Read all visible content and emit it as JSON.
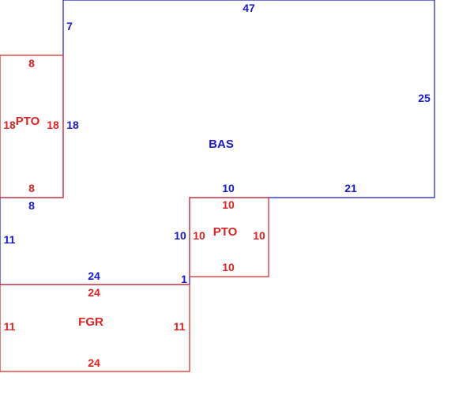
{
  "colors": {
    "bas": "#1a1acc",
    "addon": "#dd2222"
  },
  "bas": {
    "name": "BAS",
    "dims": {
      "top": "47",
      "right": "25",
      "bottom_right": "21",
      "step_top": "10",
      "step_left": "10",
      "bottom_left": "24",
      "step_small": "1",
      "left_lower": "11",
      "notch_bottom": "8",
      "notch_right": "18",
      "notch_top": "7"
    }
  },
  "pto_left": {
    "name": "PTO",
    "dims": {
      "top": "8",
      "bottom": "8",
      "left": "18",
      "right": "18"
    }
  },
  "pto_center": {
    "name": "PTO",
    "dims": {
      "top": "10",
      "bottom": "10",
      "left": "10",
      "right": "10"
    }
  },
  "fgr": {
    "name": "FGR",
    "dims": {
      "top": "24",
      "bottom": "24",
      "left": "11",
      "right": "11"
    }
  }
}
